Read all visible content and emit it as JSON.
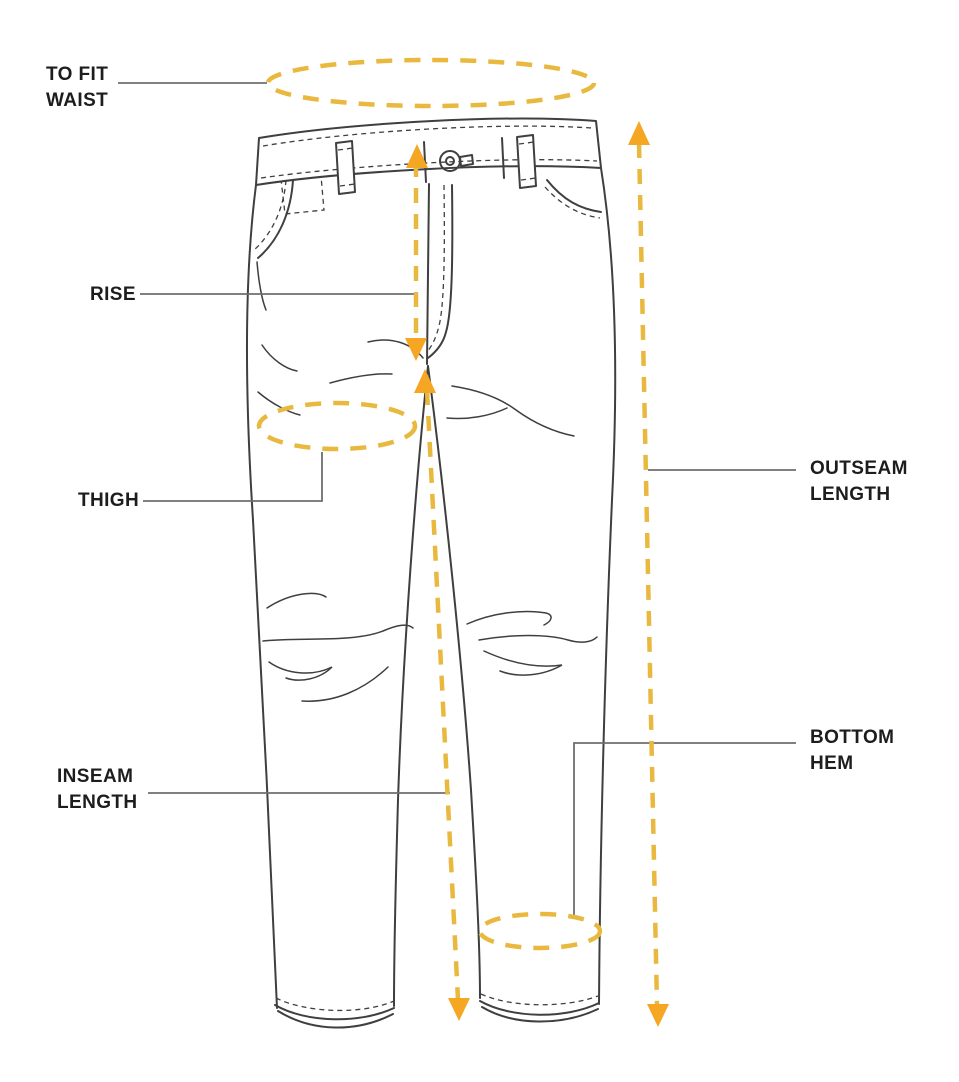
{
  "title": "Jeans measurement diagram",
  "illustration": {
    "name": "jeans-front-line-drawing"
  },
  "colors": {
    "dash": "#E9B93F",
    "arrow": "#F5A623",
    "outline": "#3F3F3F",
    "leader": "#6E6E6E",
    "text": "#1D1D1D",
    "background": "#FFFFFF"
  },
  "labels": {
    "to_fit_waist": "TO FIT\nWAIST",
    "rise": "RISE",
    "thigh": "THIGH",
    "inseam_length": "INSEAM\nLENGTH",
    "outseam_length": "OUTSEAM\nLENGTH",
    "bottom_hem": "BOTTOM\nHEM"
  }
}
